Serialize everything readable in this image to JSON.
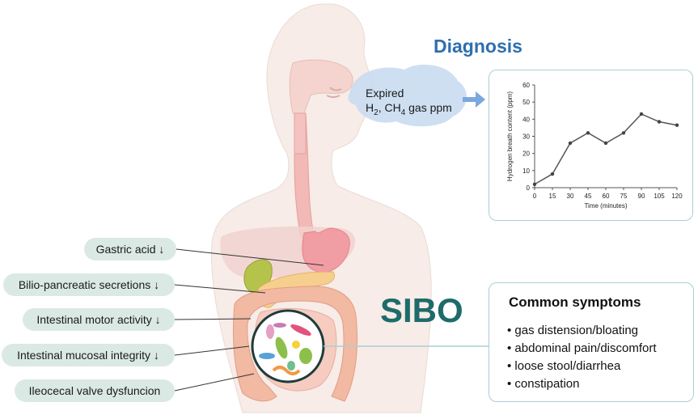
{
  "diagnosis": {
    "title": "Diagnosis",
    "color": "#2e6fb0"
  },
  "breath": {
    "line1": "Expired",
    "h": "H",
    "h_sub": "2",
    "sep": ", CH",
    "ch_sub": "4",
    "tail": " gas ppm"
  },
  "sibo": {
    "label": "SIBO",
    "color": "#1e6b6b"
  },
  "factors": [
    {
      "label": "Gastric acid",
      "arrow": "↓"
    },
    {
      "label": "Bilio-pancreatic secretions",
      "arrow": "↓"
    },
    {
      "label": "Intestinal motor activity",
      "arrow": "↓"
    },
    {
      "label": "Intestinal mucosal integrity",
      "arrow": "↓"
    },
    {
      "label": "Ileocecal valve dysfuncion",
      "arrow": ""
    }
  ],
  "symptoms": {
    "title": "Common symptoms",
    "items": [
      "• gas distension/bloating",
      "• abdominal pain/discomfort",
      "• loose stool/diarrhea",
      "• constipation"
    ]
  },
  "chart_data": {
    "type": "line",
    "x": [
      0,
      15,
      30,
      45,
      60,
      75,
      90,
      105,
      120
    ],
    "series": [
      {
        "values": [
          2,
          8,
          26,
          32,
          26,
          32,
          43,
          38.5,
          36.5
        ]
      }
    ],
    "xlabel": "Time (minutes)",
    "ylabel": "Hydrogen breath content (ppm)",
    "xticks": [
      "0",
      "15",
      "30",
      "45",
      "60",
      "75",
      "90",
      "105",
      "120"
    ],
    "yticks": [
      "0",
      "10",
      "20",
      "30",
      "40",
      "50",
      "60"
    ],
    "ylim": [
      0,
      60
    ],
    "xlim": [
      0,
      120
    ],
    "grid": false
  }
}
